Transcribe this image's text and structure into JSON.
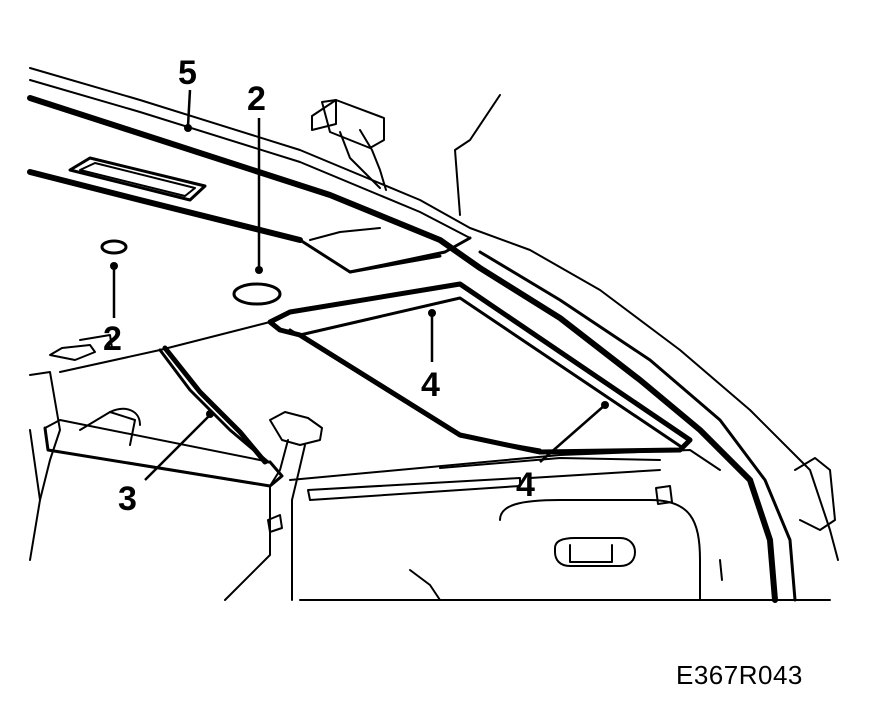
{
  "callouts": {
    "c5": "5",
    "c2_top": "2",
    "c2_left": "2",
    "c4_upper": "4",
    "c4_lower": "4",
    "c3": "3"
  },
  "figure_ref": "E367R043"
}
